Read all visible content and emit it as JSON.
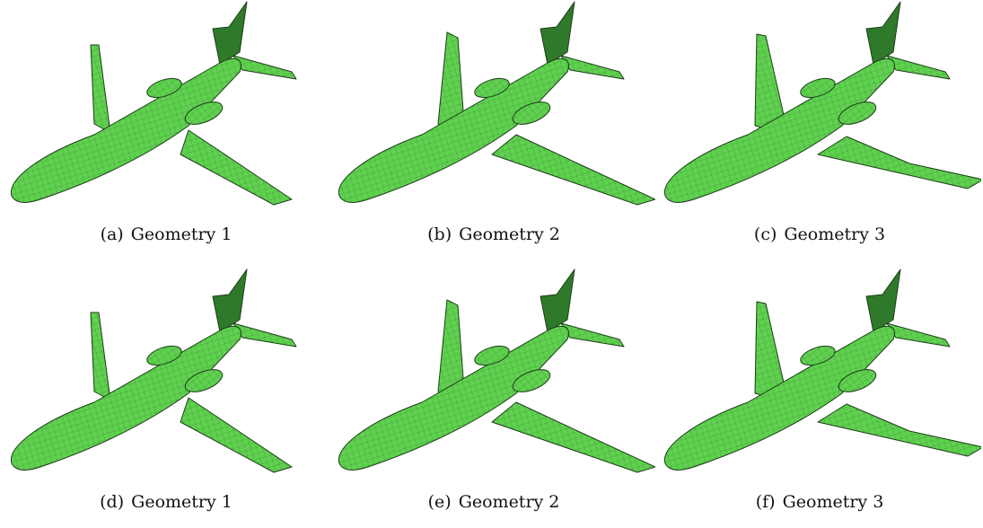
{
  "figure": {
    "panels": [
      {
        "label": "(a)",
        "caption": "Geometry 1",
        "variant": "g1"
      },
      {
        "label": "(b)",
        "caption": "Geometry 2",
        "variant": "g2"
      },
      {
        "label": "(c)",
        "caption": "Geometry 3",
        "variant": "g3"
      },
      {
        "label": "(d)",
        "caption": "Geometry 1",
        "variant": "g1"
      },
      {
        "label": "(e)",
        "caption": "Geometry 2",
        "variant": "g2"
      },
      {
        "label": "(f)",
        "caption": "Geometry 3",
        "variant": "g3"
      }
    ],
    "colors": {
      "mesh_fill": "#5fd14f",
      "mesh_dark": "#2f7a2a",
      "mesh_edge": "#1d3d19"
    }
  }
}
